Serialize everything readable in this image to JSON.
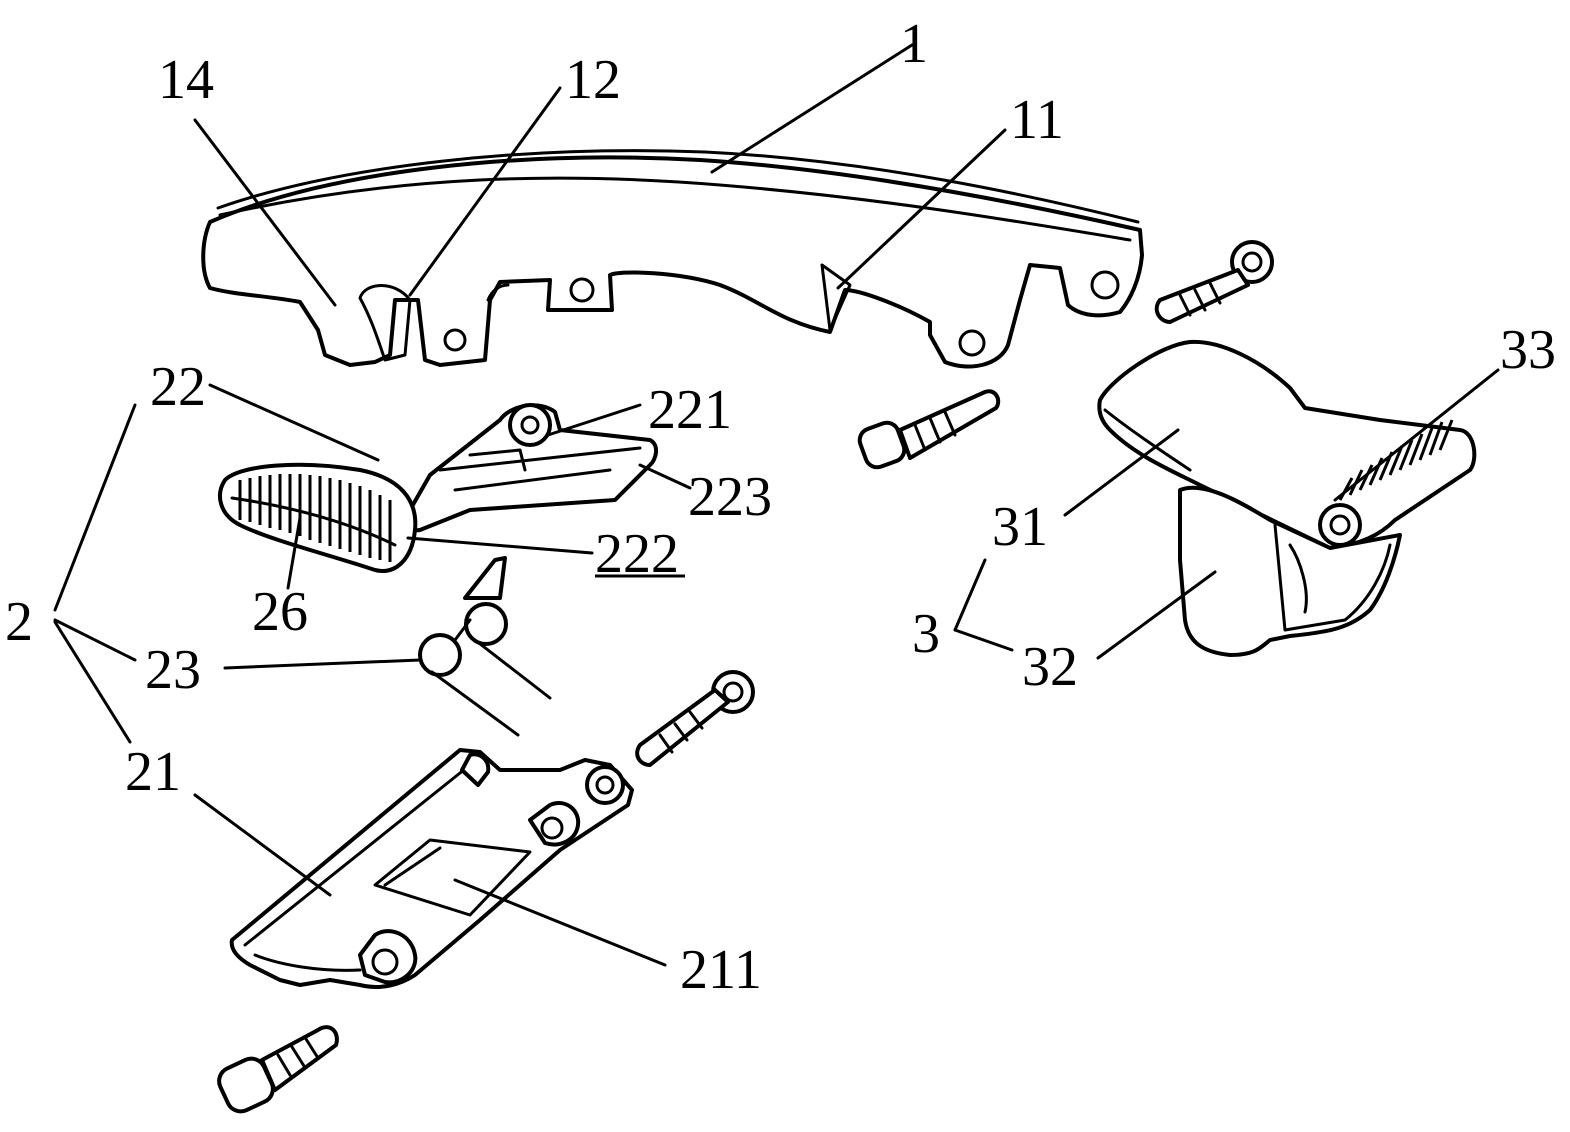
{
  "labels": {
    "l1": "1",
    "l11": "11",
    "l12": "12",
    "l14": "14",
    "l2": "2",
    "l21": "21",
    "l211": "211",
    "l22": "22",
    "l221": "221",
    "l222": "222",
    "l223": "223",
    "l23": "23",
    "l26": "26",
    "l3": "3",
    "l31": "31",
    "l32": "32",
    "l33": "33"
  }
}
